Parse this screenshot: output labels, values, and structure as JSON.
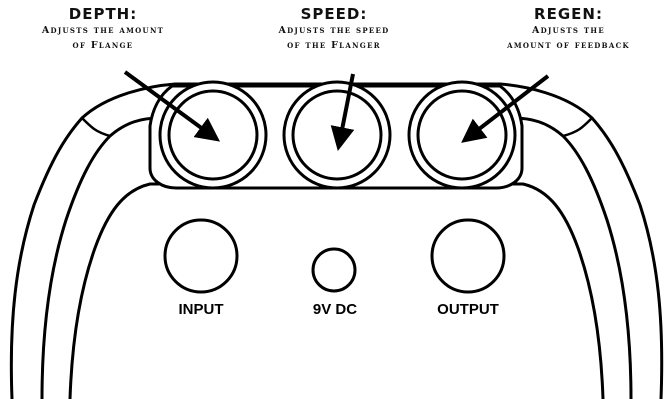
{
  "callouts": [
    {
      "title": "DEPTH:",
      "line1": "Adjusts the amount",
      "line2": "of Flange"
    },
    {
      "title": "SPEED:",
      "line1": "Adjusts the speed",
      "line2": "of the Flanger"
    },
    {
      "title": "REGEN:",
      "line1": "Adjusts the",
      "line2": "amount of feedback"
    }
  ],
  "jacks": {
    "input": "INPUT",
    "power": "9V DC",
    "output": "OUTPUT"
  },
  "colors": {
    "ink": "#000000",
    "fill": "#ffffff"
  }
}
